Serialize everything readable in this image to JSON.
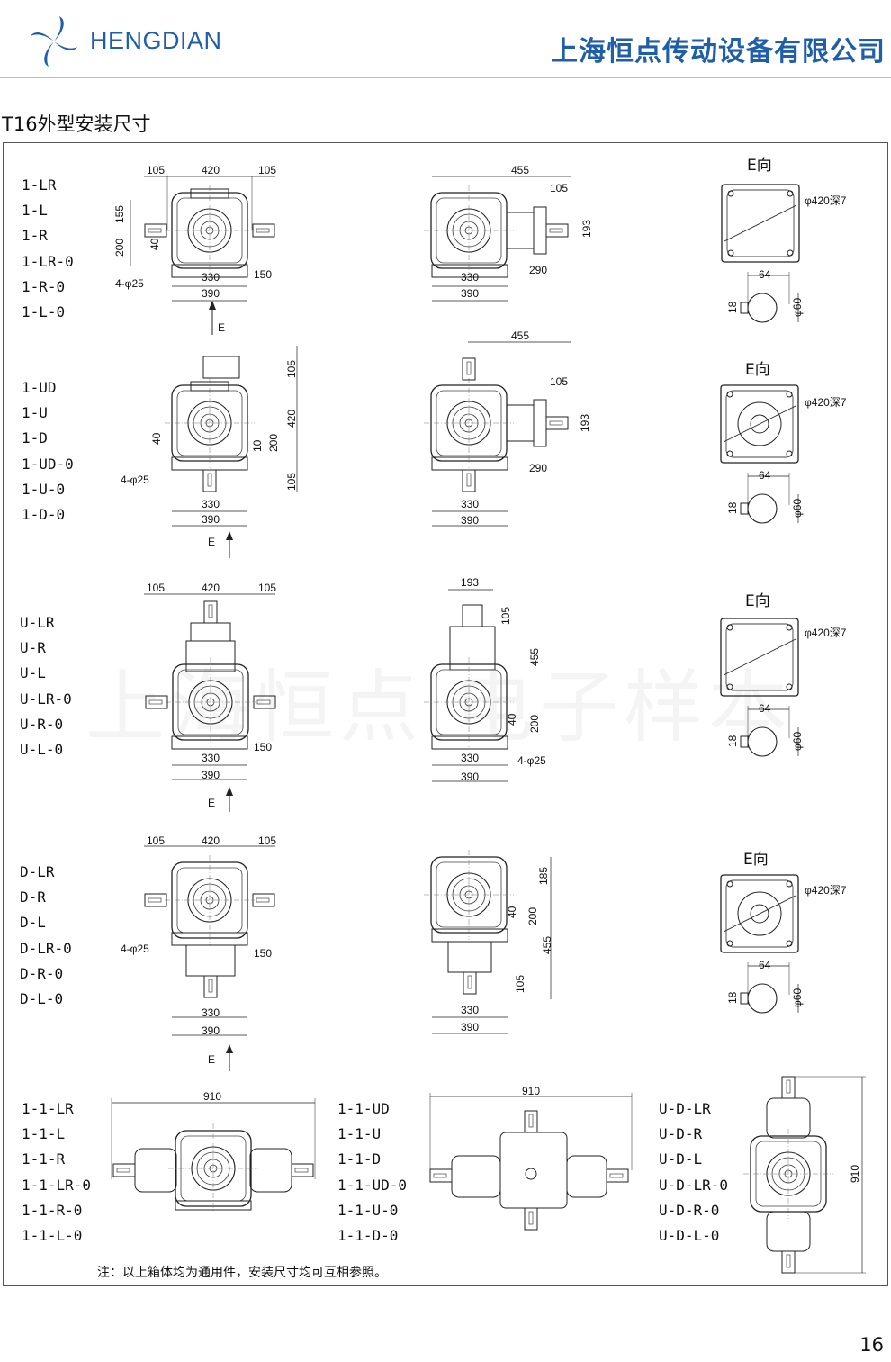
{
  "header": {
    "brand": "HENGDIAN",
    "company": "上海恒点传动设备有限公司"
  },
  "page_title": "T16外型安装尺寸",
  "watermark": "上海恒点 电子样本",
  "groups": [
    {
      "models": [
        "1-LR",
        "1-L",
        "1-R",
        "1-LR-0",
        "1-R-0",
        "1-L-0"
      ]
    },
    {
      "models": [
        "1-UD",
        "1-U",
        "1-D",
        "1-UD-0",
        "1-U-0",
        "1-D-0"
      ]
    },
    {
      "models": [
        "U-LR",
        "U-R",
        "U-L",
        "U-LR-0",
        "U-R-0",
        "U-L-0"
      ]
    },
    {
      "models": [
        "D-LR",
        "D-R",
        "D-L",
        "D-LR-0",
        "D-R-0",
        "D-L-0"
      ]
    }
  ],
  "bottom_groups": [
    {
      "models": [
        "1-1-LR",
        "1-1-L",
        "1-1-R",
        "1-1-LR-0",
        "1-1-R-0",
        "1-1-L-0"
      ]
    },
    {
      "models": [
        "1-1-UD",
        "1-1-U",
        "1-1-D",
        "1-1-UD-0",
        "1-1-U-0",
        "1-1-D-0"
      ]
    },
    {
      "models": [
        "U-D-LR",
        "U-D-R",
        "U-D-L",
        "U-D-LR-0",
        "U-D-R-0",
        "U-D-L-0"
      ]
    }
  ],
  "dims": {
    "d105": "105",
    "d420": "420",
    "d455": "455",
    "d330": "330",
    "d390": "390",
    "d150": "150",
    "d155": "155",
    "d200": "200",
    "d40": "40",
    "d10": "10",
    "d193": "193",
    "d290": "290",
    "d185": "185",
    "d910": "910",
    "d64": "64",
    "d18": "18",
    "holes": "4-φ25",
    "flange": "φ420深7",
    "bore": "φ60",
    "e_dir": "E向",
    "e": "E"
  },
  "note": "注：以上箱体均为通用件，安装尺寸均可互相参照。",
  "page_number": "16"
}
